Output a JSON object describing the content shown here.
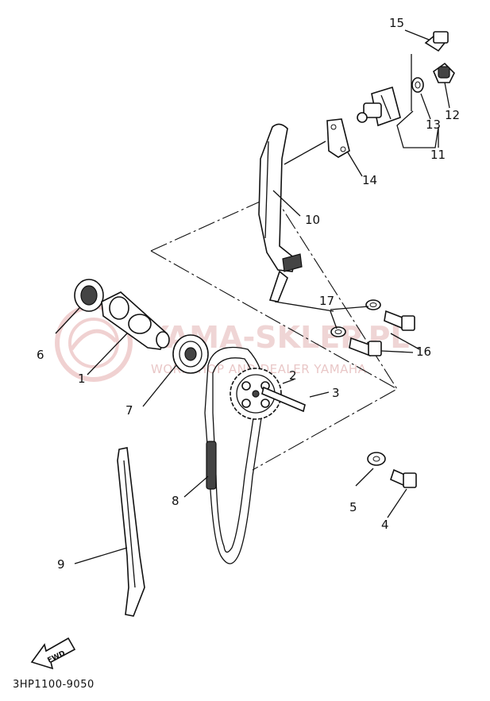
{
  "watermark": {
    "brand": "YAMA-SKLEP.PL",
    "tagline": "WORKSHOP AND DEALER YAMAHA"
  },
  "diagram_code": "3HP1100-9050",
  "fwd_label": "FWD",
  "callouts": {
    "p1": "1",
    "p2": "2",
    "p3": "3",
    "p4": "4",
    "p5": "5",
    "p6": "6",
    "p7": "7",
    "p8": "8",
    "p9": "9",
    "p10": "10",
    "p11": "11",
    "p12": "12",
    "p13": "13",
    "p14": "14",
    "p15": "15",
    "p16": "16",
    "p17": "17"
  }
}
